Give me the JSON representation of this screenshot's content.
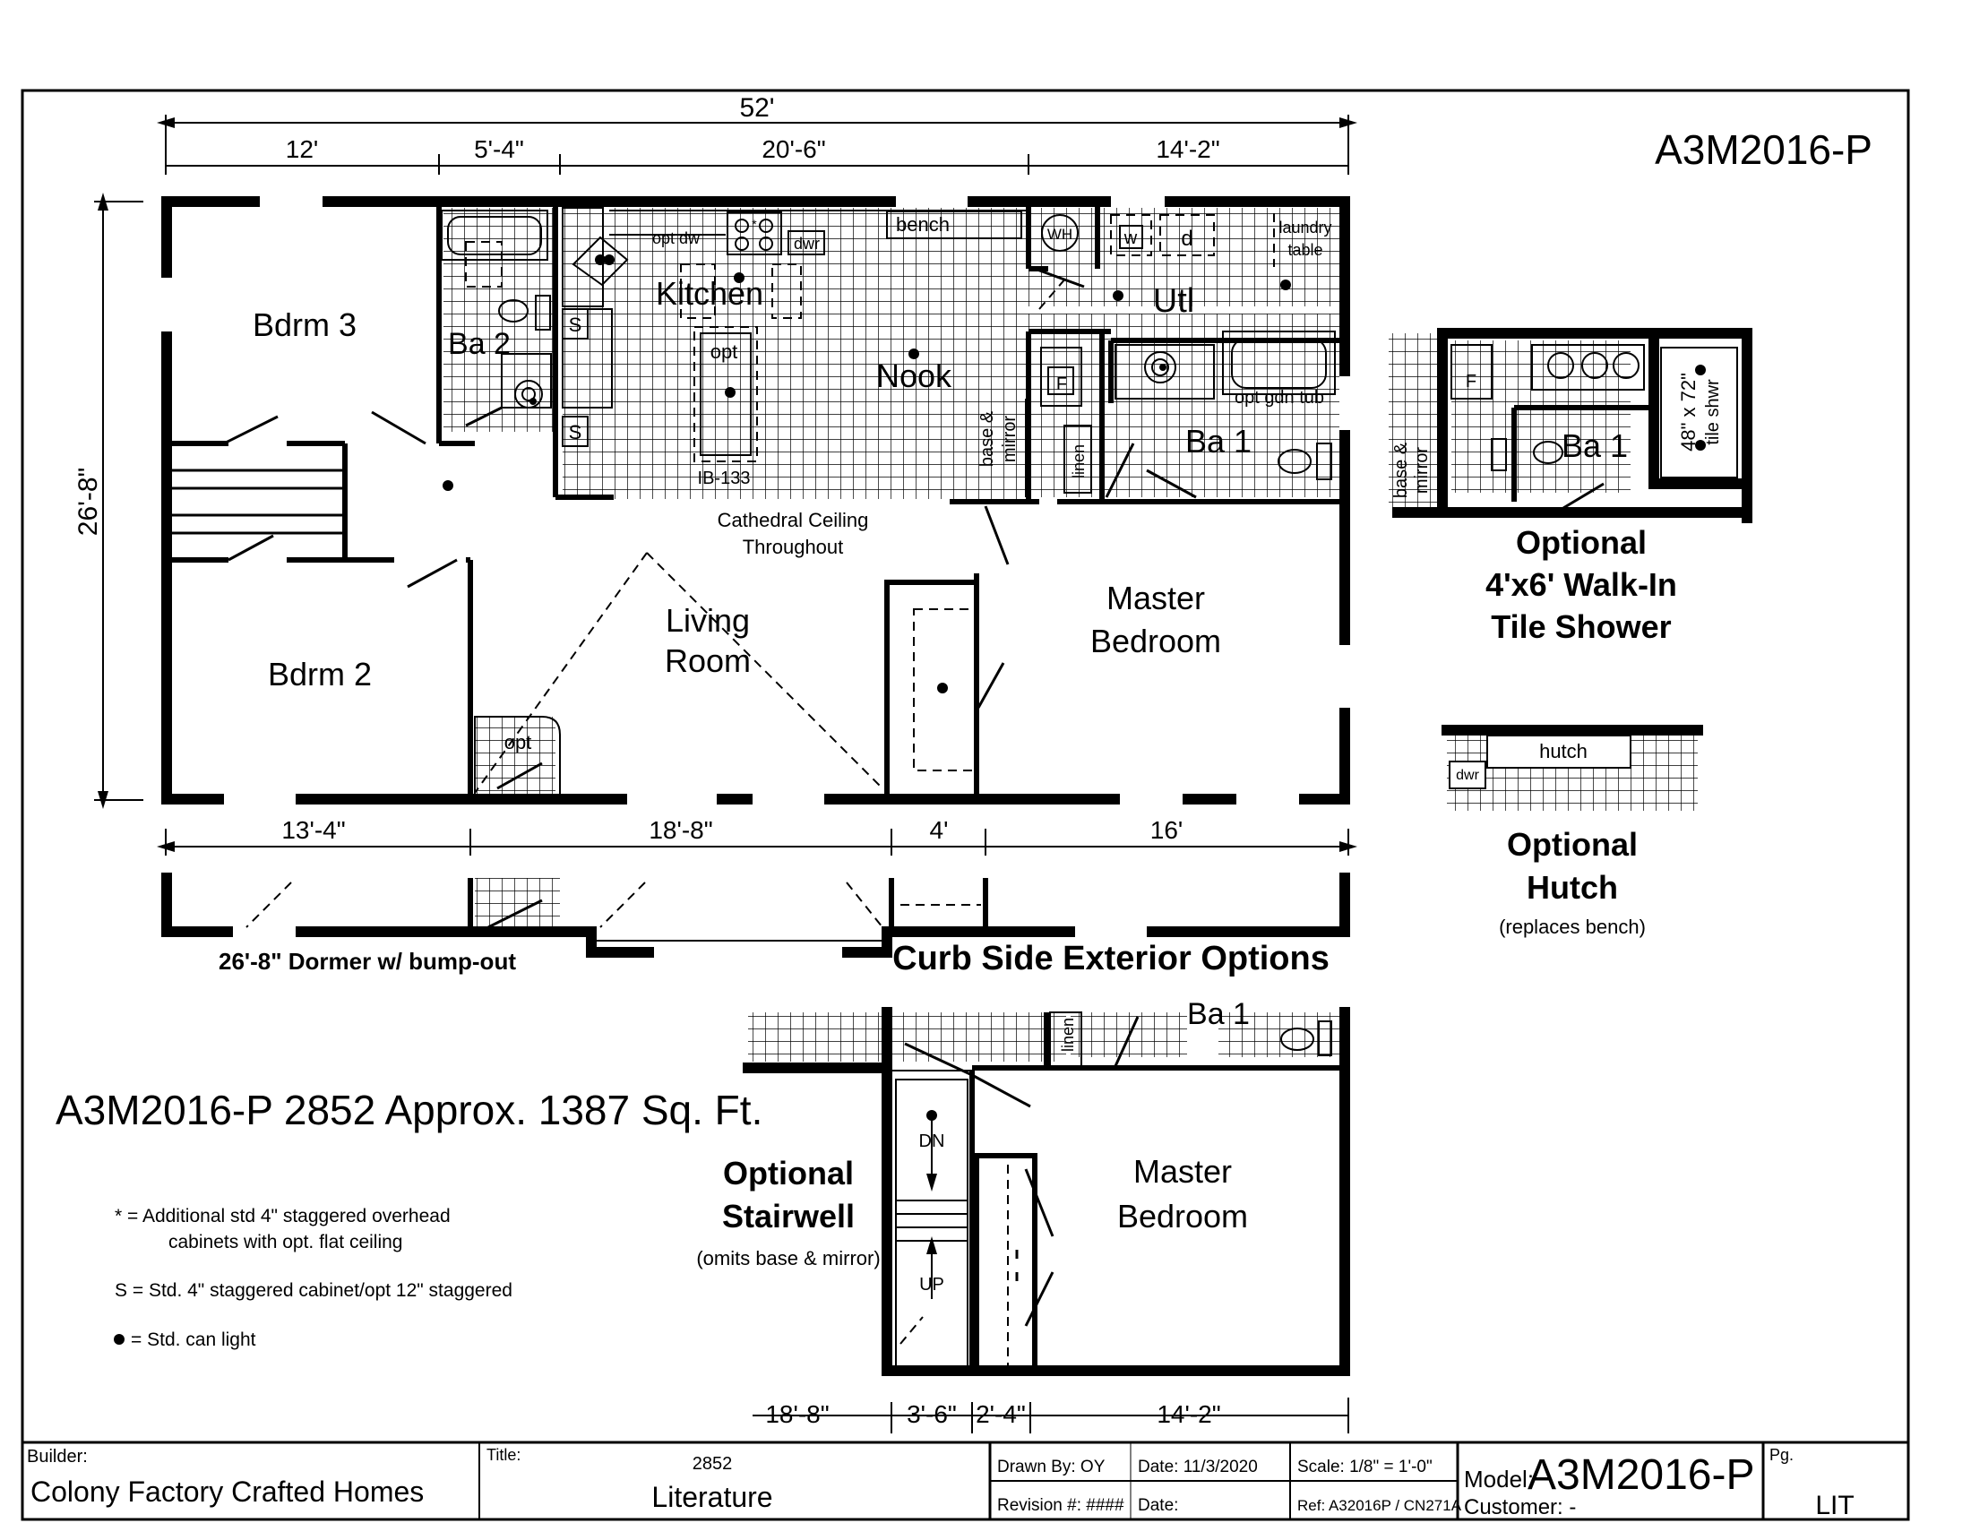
{
  "sheet": {
    "model_code_top": "A3M2016-P",
    "summary": "A3M2016-P 2852 Approx. 1387 Sq. Ft."
  },
  "dimensions": {
    "overall_width": "52'",
    "top_segments": [
      "12'",
      "5'-4\"",
      "20'-6\"",
      "14'-2\""
    ],
    "depth": "26'-8\"",
    "bottom_segments": [
      "13'-4\"",
      "18'-8\"",
      "4'",
      "16'"
    ],
    "stair_segments": [
      "18'-8\"",
      "3'-6\"",
      "2'-4\"",
      "14'-2\""
    ]
  },
  "rooms": {
    "bdrm3": "Bdrm 3",
    "bdrm2": "Bdrm 2",
    "ba2": "Ba 2",
    "kitchen": "Kitchen",
    "nook": "Nook",
    "utl": "Utl",
    "ba1": "Ba 1",
    "living_line1": "Living",
    "living_line2": "Room",
    "master_line1": "Master",
    "master_line2": "Bedroom",
    "ceiling_line1": "Cathedral Ceiling",
    "ceiling_line2": "Throughout"
  },
  "fixtures": {
    "opt_dw": "opt dw",
    "dwr": "dwr",
    "bench": "bench",
    "wh": "WH",
    "w": "w",
    "d": "d",
    "laundry_line1": "laundry",
    "laundry_line2": "table",
    "s_cab": "S",
    "opt": "opt",
    "island": "IB-133",
    "opt_gdn_tub": "opt gdn tub",
    "base_mirror_1": "base &",
    "base_mirror_2": "mirror",
    "linen": "linen",
    "f": "F",
    "shower_dims": "48\" x 72\"",
    "tile_shwr": "tile shwr",
    "hutch": "hutch",
    "dn": "DN",
    "up": "UP"
  },
  "options": {
    "shower_title": [
      "Optional",
      "4'x6' Walk-In",
      "Tile Shower"
    ],
    "hutch_title": [
      "Optional",
      "Hutch"
    ],
    "hutch_note": "(replaces bench)",
    "stair_title": [
      "Optional",
      "Stairwell"
    ],
    "stair_note": "(omits base & mirror)",
    "dormer_label": "26'-8\" Dormer w/ bump-out",
    "curb_side_label": "Curb Side Exterior Options"
  },
  "notes": {
    "star_line1": "* = Additional std 4\" staggered overhead",
    "star_line2": "cabinets with opt. flat ceiling",
    "s_line": "S = Std. 4\" staggered cabinet/opt 12\" staggered",
    "light_line": "= Std. can light"
  },
  "title_block": {
    "builder_label": "Builder:",
    "builder": "Colony Factory Crafted Homes",
    "title_label": "Title:",
    "title_number": "2852",
    "title": "Literature",
    "drawn_by": "Drawn By: OY",
    "date": "Date: 11/3/2020",
    "scale": "Scale: 1/8\" = 1'-0\"",
    "revision": "Revision #: ####",
    "date2": "Date:",
    "ref": "Ref: A32016P / CN271A",
    "model_label": "Model:",
    "model": "A3M2016-P",
    "customer": "Customer: -",
    "pg_label": "Pg.",
    "pg": "LIT"
  }
}
